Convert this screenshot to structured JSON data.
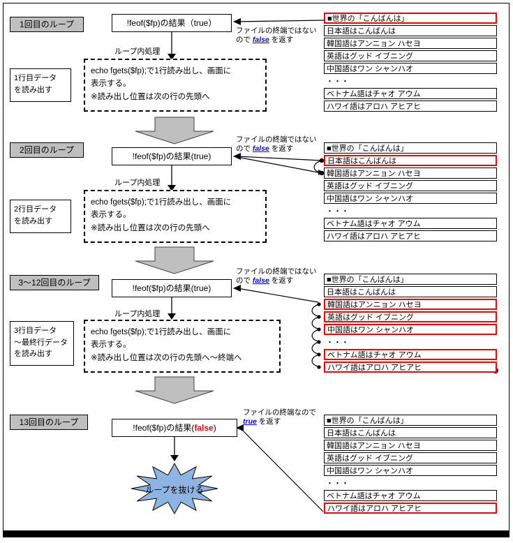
{
  "file_rows": [
    "■世界の「こんばんは」",
    "日本語はこんばんは",
    "韓国語はアンニョン ハセヨ",
    "英語はグッド イブニング",
    "中国語はワン シャンハオ",
    "・・・",
    "ベトナム語はチャオ アウム",
    "ハワイ語はアロハ アヒアヒ"
  ],
  "colors": {
    "highlight_red": "#ff0000",
    "label_gray": "#bfbfbf",
    "burst_blue": "#8db4e2",
    "link_blue": "#0000ff"
  },
  "sections": [
    {
      "label": "1回目のループ",
      "cond_pre": "!feof($fp)の結果（",
      "cond_val": "true",
      "cond_post": "）",
      "note_line1": "ファイルの終端ではない",
      "note_pre": "ので ",
      "note_link": "false",
      "note_post": " を返す",
      "inner_label": "ループ内処理",
      "process": "echo fgets($fp);で1行読み出し、画面に\n表示する。\n※読み出し位置は次の行の先頭へ",
      "side_label": "1行目データ\nを読み出す",
      "highlights": [
        0
      ]
    },
    {
      "label": "2回目のループ",
      "cond_pre": "!feof($fp)の結果(",
      "cond_val": "true",
      "cond_post": ")",
      "note_line1": "ファイルの終端ではない",
      "note_pre": "ので ",
      "note_link": "false",
      "note_post": " を返す",
      "inner_label": "ループ内処理",
      "process": "echo fgets($fp);で1行読み出し、画面に\n表示する。\n※読み出し位置は次の行の先頭へ",
      "side_label": "2行目データ\nを読み出す",
      "highlights": [
        1
      ]
    },
    {
      "label": "3～12回目のループ",
      "cond_pre": "!feof($fp)の結果(",
      "cond_val": "true",
      "cond_post": ")",
      "note_line1": "ファイルの終端ではない",
      "note_pre": "ので ",
      "note_link": "false",
      "note_post": " を返す",
      "inner_label": "ループ内処理",
      "process": "echo fgets($fp);で1行読み出し、画面に\n表示する。\n※読み出し位置は次の行の先頭へ～終端へ",
      "side_label": "3行目データ\n～最終行データ\nを読み出す",
      "highlights": [
        2,
        3,
        4,
        6,
        7
      ]
    },
    {
      "label": "13回目のループ",
      "cond_pre": "!feof($fp)の結果(",
      "cond_val": "false",
      "cond_post": ")",
      "note_line1": "ファイルの終端なので",
      "note_pre": "",
      "note_link": "true",
      "note_post": " を返す",
      "burst_label": "ループを抜ける",
      "highlights": [
        7
      ]
    }
  ]
}
